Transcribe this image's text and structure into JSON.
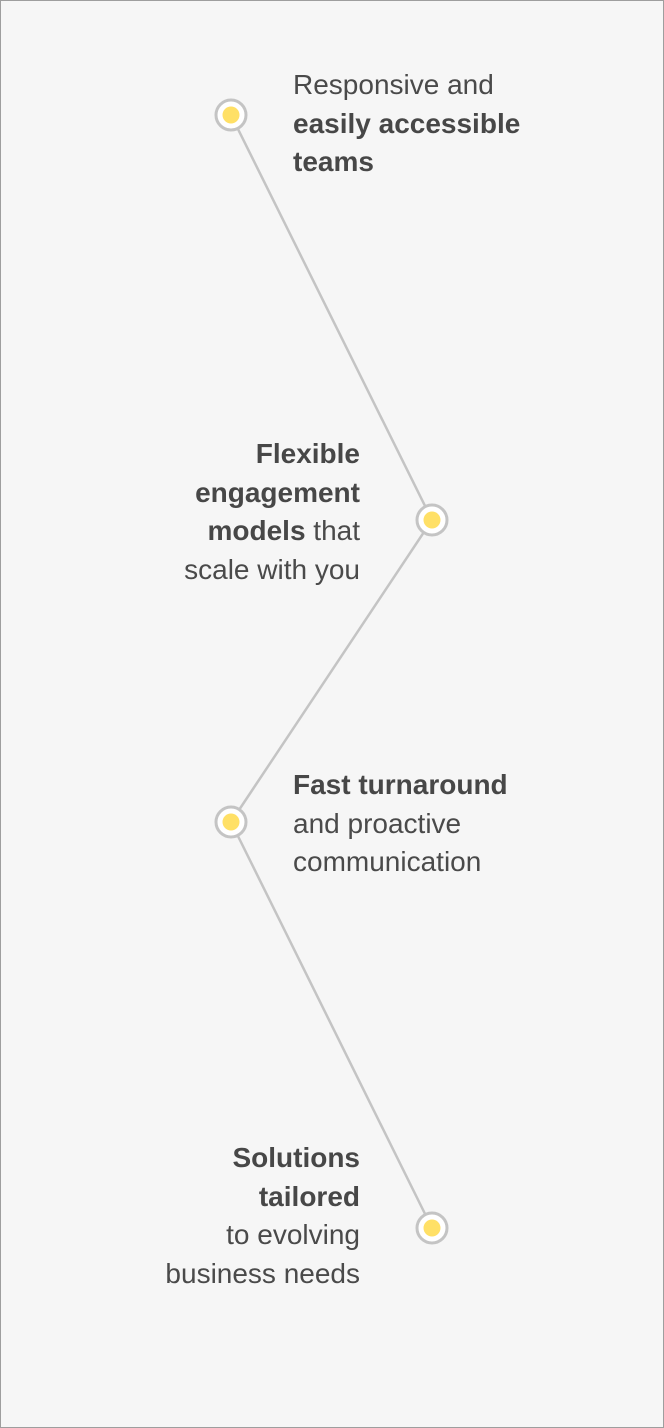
{
  "accent_color": "#ffe066",
  "line_color": "#c4c4c4",
  "text_color": "#4a4a4a",
  "items": [
    {
      "side": "right",
      "lines": [
        [
          {
            "text": "Responsive and",
            "bold": false
          }
        ],
        [
          {
            "text": "easily accessible",
            "bold": true
          }
        ],
        [
          {
            "text": "teams",
            "bold": true
          }
        ]
      ]
    },
    {
      "side": "left",
      "lines": [
        [
          {
            "text": "Flexible",
            "bold": true
          }
        ],
        [
          {
            "text": "engagement",
            "bold": true
          }
        ],
        [
          {
            "text": "models",
            "bold": true
          },
          {
            "text": " that",
            "bold": false
          }
        ],
        [
          {
            "text": "scale with you",
            "bold": false
          }
        ]
      ]
    },
    {
      "side": "right",
      "lines": [
        [
          {
            "text": "Fast turnaround",
            "bold": true
          }
        ],
        [
          {
            "text": "and proactive",
            "bold": false
          }
        ],
        [
          {
            "text": "communication",
            "bold": false
          }
        ]
      ]
    },
    {
      "side": "left",
      "lines": [
        [
          {
            "text": "Solutions",
            "bold": true
          }
        ],
        [
          {
            "text": "tailored",
            "bold": true
          }
        ],
        [
          {
            "text": "to evolving",
            "bold": false
          }
        ],
        [
          {
            "text": "business needs",
            "bold": false
          }
        ]
      ]
    }
  ]
}
